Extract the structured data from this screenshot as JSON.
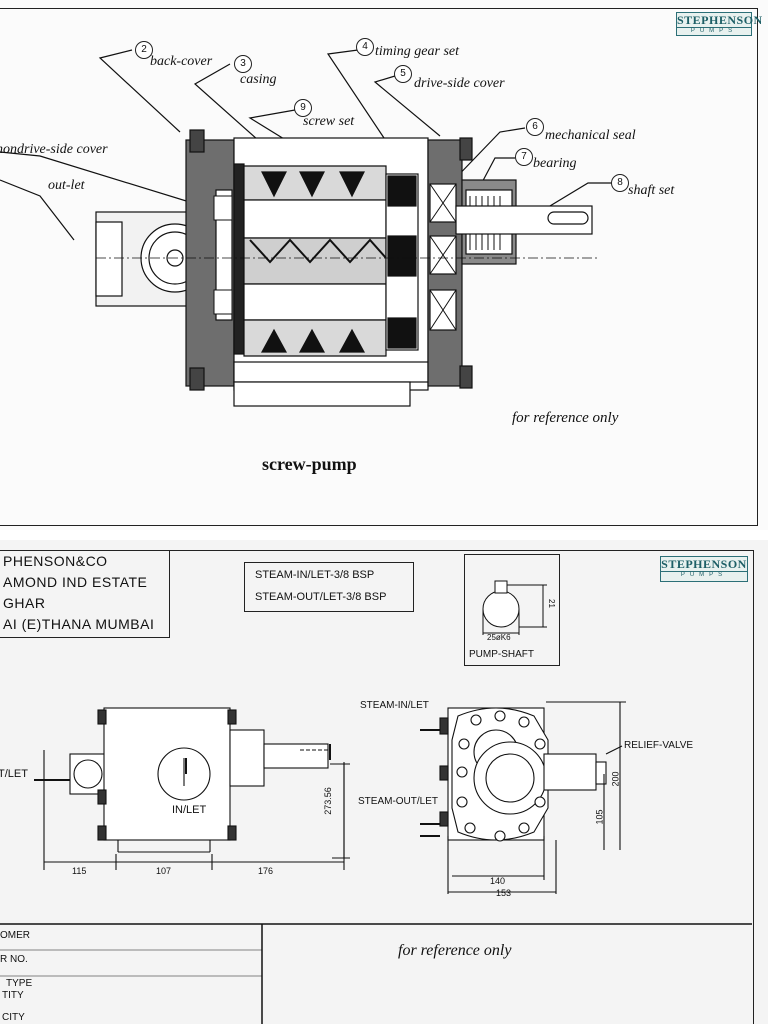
{
  "sheet_top": {
    "logo": {
      "line1": "STEPHENSON",
      "line2": "PUMPS"
    },
    "callouts": [
      {
        "num": "2",
        "label": "back-cover"
      },
      {
        "num": "3",
        "label": "casing"
      },
      {
        "num": "4",
        "label": "timing gear set"
      },
      {
        "num": "5",
        "label": "drive-side cover"
      },
      {
        "num": "9",
        "label": "screw set"
      },
      {
        "num": "6",
        "label": "mechanical seal"
      },
      {
        "num": "7",
        "label": "bearing"
      },
      {
        "num": "8",
        "label": "shaft set"
      },
      {
        "num": "",
        "label": "nondrive-side cover"
      },
      {
        "num": "",
        "label": "out-let"
      }
    ],
    "note": "for reference only",
    "title": "screw-pump"
  },
  "sheet_bottom": {
    "logo": {
      "line1": "STEPHENSON",
      "line2": "PUMPS"
    },
    "address": [
      "PHENSON&CO",
      "AMOND IND ESTATE",
      "GHAR",
      "AI (E)THANA MUMBAI"
    ],
    "steam_box": [
      "STEAM-IN/LET-3/8 BSP",
      "STEAM-OUT/LET-3/8 BSP"
    ],
    "shaft_detail": {
      "dim_vertical": "21",
      "dim_horizontal": "25øK6",
      "caption": "PUMP-SHAFT"
    },
    "side_view": {
      "outlet_label": "T/LET",
      "inlet_label": "IN/LET",
      "dim_height": "273.56",
      "dims_bottom": [
        "115",
        "107",
        "176"
      ]
    },
    "end_view": {
      "steam_in": "STEAM-IN/LET",
      "steam_out": "STEAM-OUT/LET",
      "relief": "RELIEF-VALVE",
      "dim_200": "200",
      "dim_105": "105",
      "dim_140": "140",
      "dim_153": "153"
    },
    "table_labels": [
      "OMER",
      "R NO.",
      "TYPE",
      "TITY",
      "CITY"
    ],
    "note": "for reference only"
  }
}
